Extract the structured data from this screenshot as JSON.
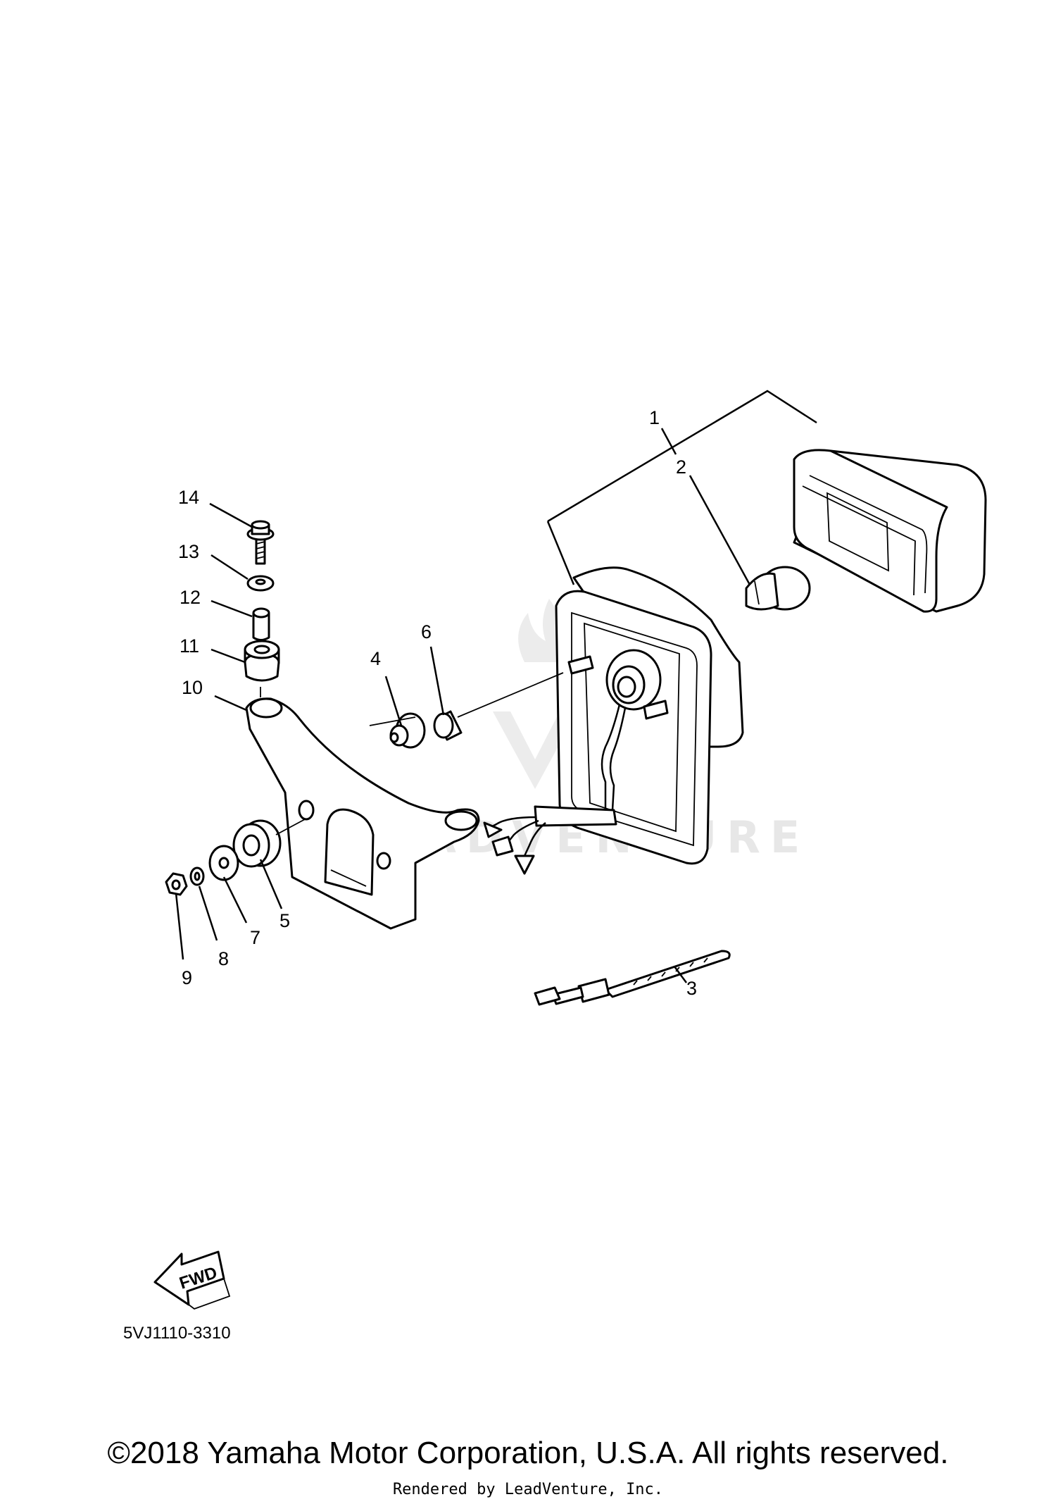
{
  "callouts": [
    "1",
    "2",
    "3",
    "4",
    "5",
    "6",
    "7",
    "8",
    "9",
    "10",
    "11",
    "12",
    "13",
    "14"
  ],
  "direction_badge": "FWD",
  "diagram_code": "5VJ1110-3310",
  "watermark": "LEADVENTURE",
  "copyright": "©2018 Yamaha Motor Corporation, U.S.A. All rights reserved.",
  "rendered_by": "Rendered by LeadVenture, Inc."
}
